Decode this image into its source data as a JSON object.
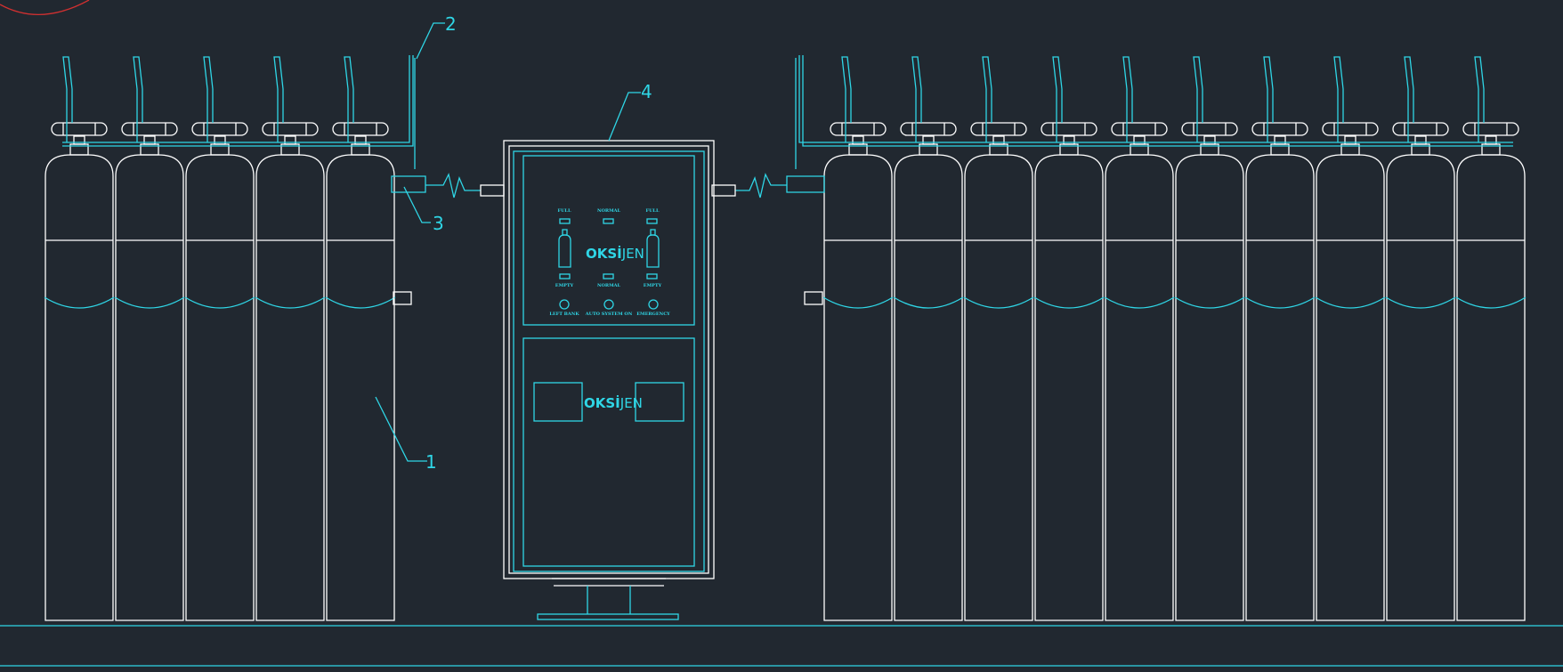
{
  "callouts": {
    "one": "1",
    "two": "2",
    "three": "3",
    "four": "4"
  },
  "panel": {
    "top_left": "FULL",
    "top_center": "NORMAL",
    "top_right": "FULL",
    "bottom_left": "EMPTY",
    "bottom_center": "NORMAL",
    "bottom_right": "EMPTY",
    "left_button": "LEFT BANK",
    "center_button": "AUTO SYSTEM ON",
    "right_button": "EMERGENCY",
    "brand_bold": "OKSİ",
    "brand_thin": "JEN",
    "lower_brand_bold": "OKSİ",
    "lower_brand_thin": "JEN"
  },
  "banks": {
    "left_cylinders": 5,
    "right_cylinders": 10
  },
  "colors": {
    "background": "#212830",
    "cad_cyan": "#2fd6e6",
    "cad_white": "#ffffff",
    "arc_red": "#d03030"
  }
}
